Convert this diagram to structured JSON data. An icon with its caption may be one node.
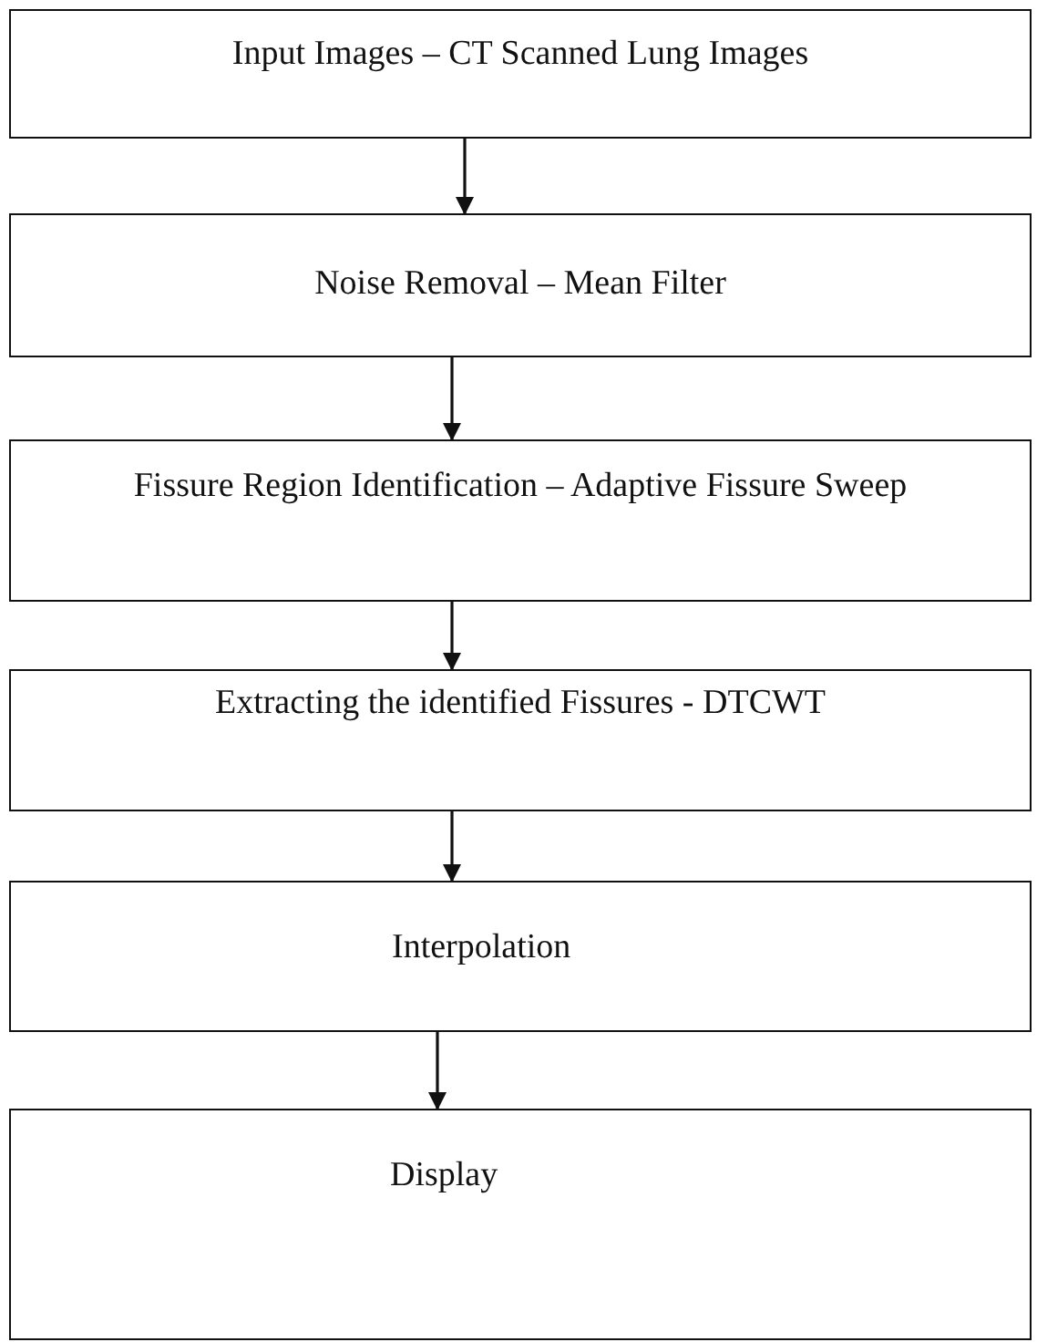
{
  "diagram": {
    "nodes": [
      {
        "text": [
          "Input Images – CT Scanned Lung Images"
        ]
      },
      {
        "text": [
          "Noise Removal – Mean Filter"
        ]
      },
      {
        "text": [
          "Fissure Region Identification – Adaptive Fissure Sweep"
        ]
      },
      {
        "text": [
          "Extracting the identified Fissures - DTCWT"
        ]
      },
      {
        "text": [
          "Interpolation"
        ]
      },
      {
        "text": [
          "Display"
        ]
      }
    ],
    "edges": [
      {
        "from": 0,
        "to": 1,
        "arrow": "to"
      },
      {
        "from": 1,
        "to": 2,
        "arrow": "to"
      },
      {
        "from": 2,
        "to": 3,
        "arrow": "to"
      },
      {
        "from": 3,
        "to": 4,
        "arrow": "to"
      },
      {
        "from": 4,
        "to": 5,
        "arrow": "to"
      }
    ]
  }
}
